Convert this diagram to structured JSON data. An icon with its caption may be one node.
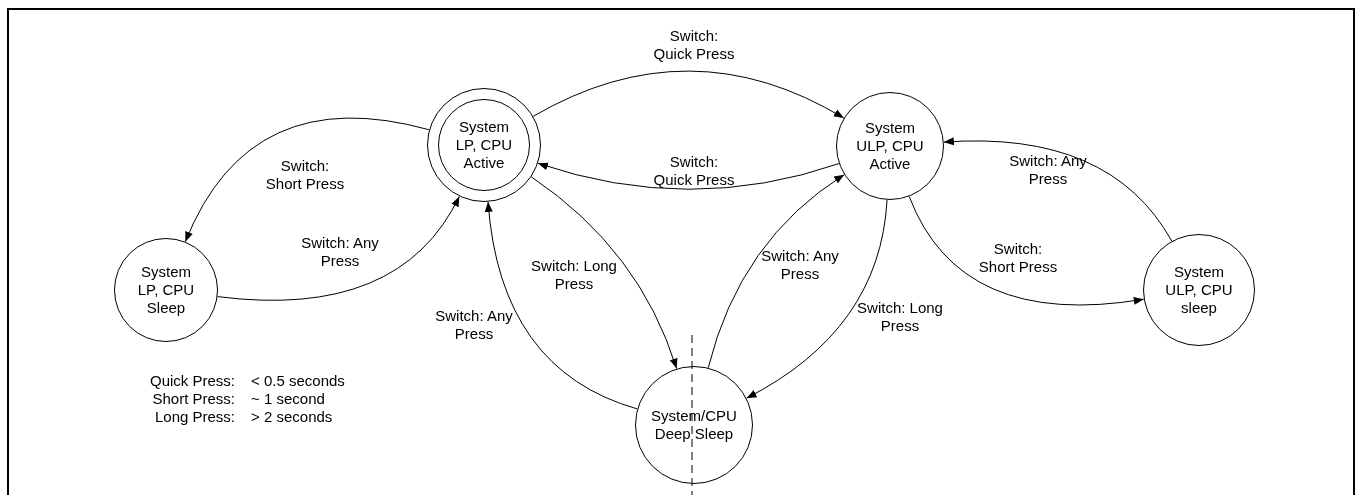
{
  "diagram": {
    "nodes": [
      {
        "text": [
          "System LP, CPU Active"
        ]
      },
      {
        "text": [
          "System ULP, CPU Active"
        ]
      },
      {
        "text": [
          "System LP, CPU Sleep"
        ]
      },
      {
        "text": [
          "System ULP, CPU sleep"
        ]
      },
      {
        "text": [
          "System/CPU Deep Sleep"
        ]
      }
    ],
    "edges": [
      {
        "from": 0,
        "to": 1,
        "arrow": "to",
        "label": "Switch: Quick Press"
      },
      {
        "from": 1,
        "to": 0,
        "arrow": "to",
        "label": "Switch: Quick Press"
      },
      {
        "from": 0,
        "to": 2,
        "arrow": "to",
        "label": "Switch: Short Press"
      },
      {
        "from": 2,
        "to": 0,
        "arrow": "to",
        "label": "Switch: Any Press"
      },
      {
        "from": 0,
        "to": 4,
        "arrow": "to",
        "label": "Switch: Long Press"
      },
      {
        "from": 4,
        "to": 0,
        "arrow": "to",
        "label": "Switch: Any Press"
      },
      {
        "from": 4,
        "to": 1,
        "arrow": "to",
        "label": "Switch: Any Press"
      },
      {
        "from": 1,
        "to": 4,
        "arrow": "to",
        "label": "Switch: Long Press"
      },
      {
        "from": 3,
        "to": 1,
        "arrow": "to",
        "label": "Switch: Any Press"
      },
      {
        "from": 1,
        "to": 3,
        "arrow": "to",
        "label": "Switch: Short Press"
      }
    ],
    "labels": [
      "Quick Press:",
      "< 0.5 seconds",
      "Short Press:",
      "~ 1 second",
      "Long Press:",
      "> 2 seconds"
    ]
  }
}
